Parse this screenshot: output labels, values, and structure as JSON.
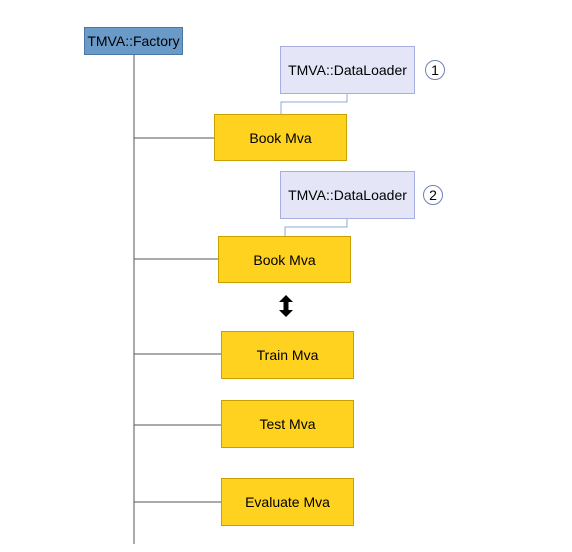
{
  "factory": {
    "label": "TMVA::Factory"
  },
  "loaders": [
    {
      "label": "TMVA::DataLoader",
      "number": "1"
    },
    {
      "label": "TMVA::DataLoader",
      "number": "2"
    }
  ],
  "steps": {
    "book1": "Book Mva",
    "book2": "Book Mva",
    "train": "Train Mva",
    "test": "Test Mva",
    "evaluate": "Evaluate Mva"
  },
  "icons": {
    "swap_arrow": "double-headed-vertical-arrow-icon"
  },
  "colors": {
    "factory_fill": "#6a9ac8",
    "loader_fill": "#e4e6f8",
    "step_fill": "#ffd220",
    "connector": "#555555",
    "loader_connector": "#8ea8d8"
  }
}
